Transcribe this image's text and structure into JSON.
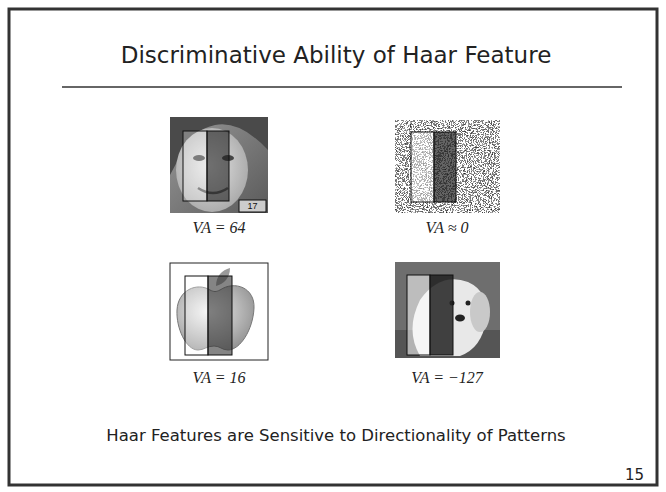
{
  "diagram": {
    "title": "Discriminative Ability of Haar Feature",
    "caption": "Haar Features are Sensitive to Directionality of Patterns",
    "labels": [
      "17",
      "VA = 64",
      "VA ≈ 0",
      "VA = 16",
      "VA = −127",
      "15"
    ]
  }
}
